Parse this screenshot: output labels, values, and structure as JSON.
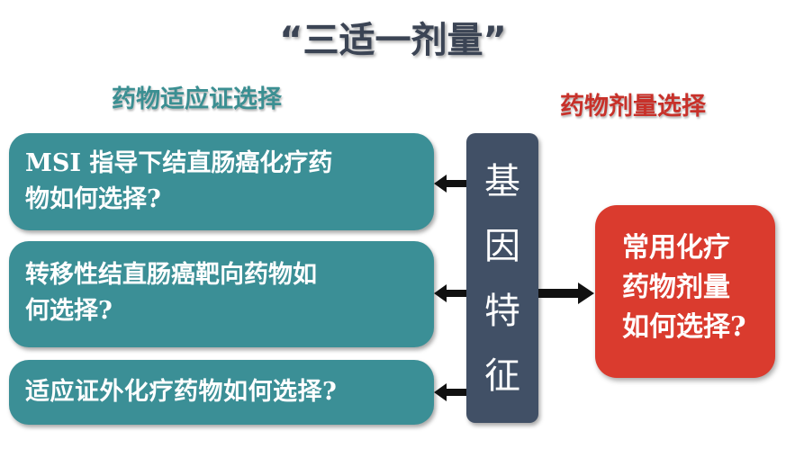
{
  "title": "“三适一剂量”",
  "left_heading": "药物适应证选择",
  "right_heading": "药物剂量选择",
  "left_boxes": [
    {
      "lines": [
        "MSI 指导下结直肠癌化疗药",
        "物如何选择?"
      ]
    },
    {
      "lines": [
        "转移性结直肠癌靶向药物如",
        "何选择?"
      ]
    },
    {
      "lines": [
        "适应证外化疗药物如何选择?"
      ]
    }
  ],
  "center": {
    "chars": [
      "基",
      "因",
      "特",
      "征"
    ]
  },
  "right_box": {
    "lines": [
      "常用化疗",
      "药物剂量",
      "如何选择?"
    ]
  },
  "colors": {
    "teal": "#3b8f96",
    "navy": "#415066",
    "red": "#da3b2e",
    "left_heading": "#3b8f92",
    "right_heading": "#c8312a"
  }
}
